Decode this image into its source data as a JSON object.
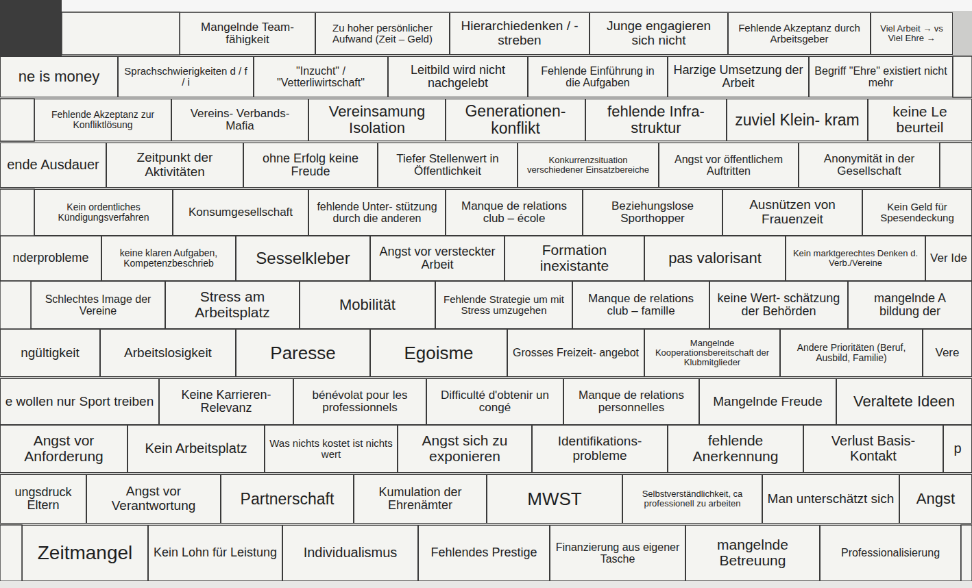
{
  "diagram": {
    "nodes": [
      {
        "text": [
          "Mangelnde Team- fähigkeit"
        ]
      },
      {
        "text": [
          "Zu hoher persönlicher Aufwand (Zeit – Geld)"
        ]
      },
      {
        "text": [
          "Hierarchiedenken / -streben"
        ]
      },
      {
        "text": [
          "Junge engagieren sich nicht"
        ]
      },
      {
        "text": [
          "Fehlende Akzeptanz durch Arbeitsgeber"
        ]
      },
      {
        "text": [
          "Viel Arbeit → vs Viel Ehre →"
        ]
      },
      {
        "text": [
          "ne is money"
        ]
      },
      {
        "text": [
          "Sprachschwierigkeiten d / f / i"
        ]
      },
      {
        "text": [
          "\"Inzucht\" / \"Vetterliwirtschaft\""
        ]
      },
      {
        "text": [
          "Leitbild wird nicht nachgelebt"
        ]
      },
      {
        "text": [
          "Fehlende Einführung in die Aufgaben"
        ]
      },
      {
        "text": [
          "Harzige Umsetzung der Arbeit"
        ]
      },
      {
        "text": [
          "Begriff \"Ehre\" existiert nicht mehr"
        ]
      },
      {
        "text": [
          "Fehlende Akzeptanz zur Konfliktlösung"
        ]
      },
      {
        "text": [
          "Vereins- Verbands-Mafia"
        ]
      },
      {
        "text": [
          "Vereinsamung Isolation"
        ]
      },
      {
        "text": [
          "Generationen- konflikt"
        ]
      },
      {
        "text": [
          "fehlende Infra- struktur"
        ]
      },
      {
        "text": [
          "zuviel Klein- kram"
        ]
      },
      {
        "text": [
          "keine Le beurteil"
        ]
      },
      {
        "text": [
          "ende Ausdauer"
        ]
      },
      {
        "text": [
          "Zeitpunkt der Aktivitäten"
        ]
      },
      {
        "text": [
          "ohne Erfolg keine Freude"
        ]
      },
      {
        "text": [
          "Tiefer Stellenwert in Öffentlichkeit"
        ]
      },
      {
        "text": [
          "Konkurrenzsituation verschiedener Einsatzbereiche"
        ]
      },
      {
        "text": [
          "Angst vor öffentlichem Auftritten"
        ]
      },
      {
        "text": [
          "Anonymität in der Gesellschaft"
        ]
      },
      {
        "text": [
          "Kein ordentliches Kündigungsverfahren"
        ]
      },
      {
        "text": [
          "Konsumgesellschaft"
        ]
      },
      {
        "text": [
          "fehlende Unter- stützung durch die anderen"
        ]
      },
      {
        "text": [
          "Manque de relations club – école"
        ]
      },
      {
        "text": [
          "Beziehungslose Sporthopper"
        ]
      },
      {
        "text": [
          "Ausnützen von Frauenzeit"
        ]
      },
      {
        "text": [
          "Kein Geld für Spesendeckung"
        ]
      },
      {
        "text": [
          "nderprobleme"
        ]
      },
      {
        "text": [
          "keine klaren Aufgaben, Kompetenzbeschrieb"
        ]
      },
      {
        "text": [
          "Sesselkleber"
        ]
      },
      {
        "text": [
          "Angst vor versteckter Arbeit"
        ]
      },
      {
        "text": [
          "Formation inexistante"
        ]
      },
      {
        "text": [
          "pas valorisant"
        ]
      },
      {
        "text": [
          "Kein marktgerechtes Denken d. Verb./Vereine"
        ]
      },
      {
        "text": [
          "Ver Ide"
        ]
      },
      {
        "text": [
          "Schlechtes Image der Vereine"
        ]
      },
      {
        "text": [
          "Stress am Arbeitsplatz"
        ]
      },
      {
        "text": [
          "Mobilität"
        ]
      },
      {
        "text": [
          "Fehlende Strategie um mit Stress umzugehen"
        ]
      },
      {
        "text": [
          "Manque de relations club – famille"
        ]
      },
      {
        "text": [
          "keine Wert- schätzung der Behörden"
        ]
      },
      {
        "text": [
          "mangelnde A bildung der"
        ]
      },
      {
        "text": [
          "ngültigkeit"
        ]
      },
      {
        "text": [
          "Arbeitslosigkeit"
        ]
      },
      {
        "text": [
          "Paresse"
        ]
      },
      {
        "text": [
          "Egoisme"
        ]
      },
      {
        "text": [
          "Grosses Freizeit- angebot"
        ]
      },
      {
        "text": [
          "Mangelnde Kooperationsbereitschaft der Klubmitglieder"
        ]
      },
      {
        "text": [
          "Andere Prioritäten (Beruf, Ausbild, Familie)"
        ]
      },
      {
        "text": [
          "Vere"
        ]
      },
      {
        "text": [
          "e wollen nur Sport treiben"
        ]
      },
      {
        "text": [
          "Keine Karrieren- Relevanz"
        ]
      },
      {
        "text": [
          "bénévolat pour les professionnels"
        ]
      },
      {
        "text": [
          "Difficulté d'obtenir un congé"
        ]
      },
      {
        "text": [
          "Manque de relations personnelles"
        ]
      },
      {
        "text": [
          "Mangelnde Freude"
        ]
      },
      {
        "text": [
          "Veraltete Ideen"
        ]
      },
      {
        "text": [
          "Angst vor Anforderung"
        ]
      },
      {
        "text": [
          "Kein Arbeitsplatz"
        ]
      },
      {
        "text": [
          "Was nichts kostet ist nichts wert"
        ]
      },
      {
        "text": [
          "Angst sich zu exponieren"
        ]
      },
      {
        "text": [
          "Identifikations- probleme"
        ]
      },
      {
        "text": [
          "fehlende Anerkennung"
        ]
      },
      {
        "text": [
          "Verlust Basis- Kontakt"
        ]
      },
      {
        "text": [
          "p"
        ]
      },
      {
        "text": [
          "ungsdruck Eltern"
        ]
      },
      {
        "text": [
          "Angst vor Verantwortung"
        ]
      },
      {
        "text": [
          "Partnerschaft"
        ]
      },
      {
        "text": [
          "Kumulation der Ehrenämter"
        ]
      },
      {
        "text": [
          "MWST"
        ]
      },
      {
        "text": [
          "Selbstverständlichkeit, ca professionell zu arbeiten"
        ]
      },
      {
        "text": [
          "Man unterschätzt sich"
        ]
      },
      {
        "text": [
          "Angst"
        ]
      },
      {
        "text": [
          "Zeitmangel"
        ]
      },
      {
        "text": [
          "Kein Lohn für Leistung"
        ]
      },
      {
        "text": [
          "Individualismus"
        ]
      },
      {
        "text": [
          "Fehlendes Prestige"
        ]
      },
      {
        "text": [
          "Finanzierung aus eigener Tasche"
        ]
      },
      {
        "text": [
          "mangelnde Betreuung"
        ]
      },
      {
        "text": [
          "Professionalisierung"
        ]
      }
    ]
  }
}
